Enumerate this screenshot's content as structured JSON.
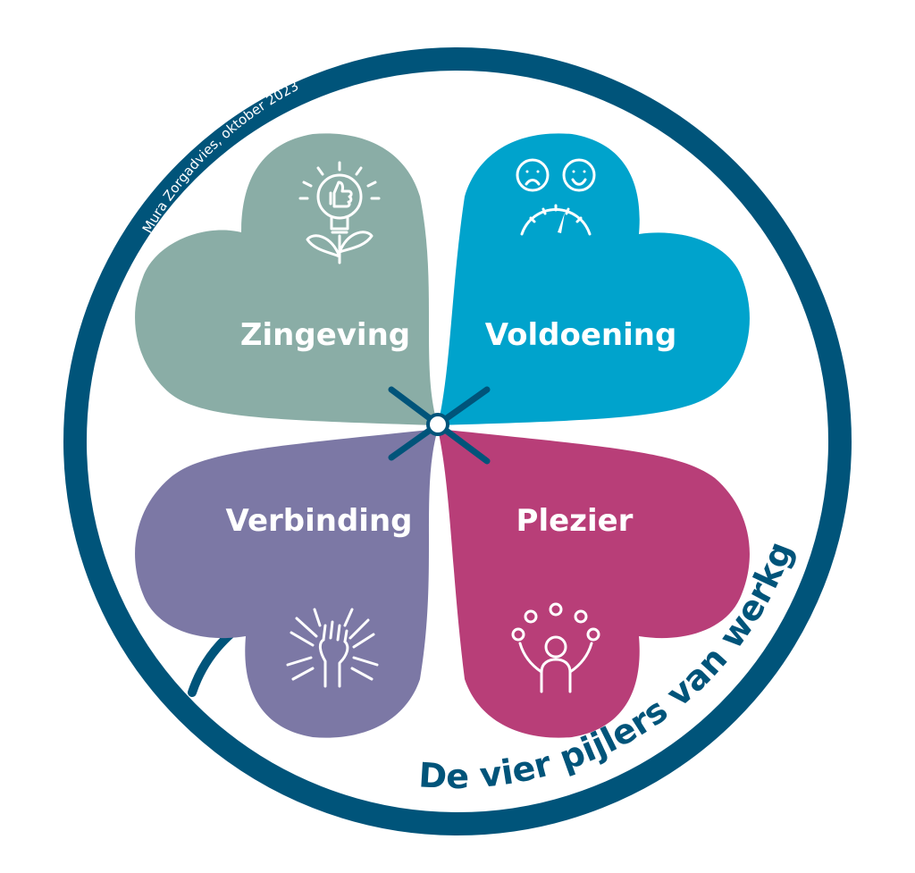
{
  "diagram": {
    "title": "De vier pijlers van werkgeluk",
    "credit": "Mura Zorgadvies, oktober 2023",
    "colors": {
      "ring": "#00547a",
      "zingeving": "#8aada6",
      "voldoening": "#00a3cc",
      "verbinding": "#7c78a5",
      "plezier": "#b83e78",
      "title": "#00547a"
    },
    "leaves": [
      {
        "key": "zingeving",
        "label": "Zingeving",
        "icon": "lightbulb-plant-icon"
      },
      {
        "key": "voldoening",
        "label": "Voldoening",
        "icon": "smiley-gauge-icon"
      },
      {
        "key": "verbinding",
        "label": "Verbinding",
        "icon": "joined-hands-icon"
      },
      {
        "key": "plezier",
        "label": "Plezier",
        "icon": "juggling-person-icon"
      }
    ]
  }
}
